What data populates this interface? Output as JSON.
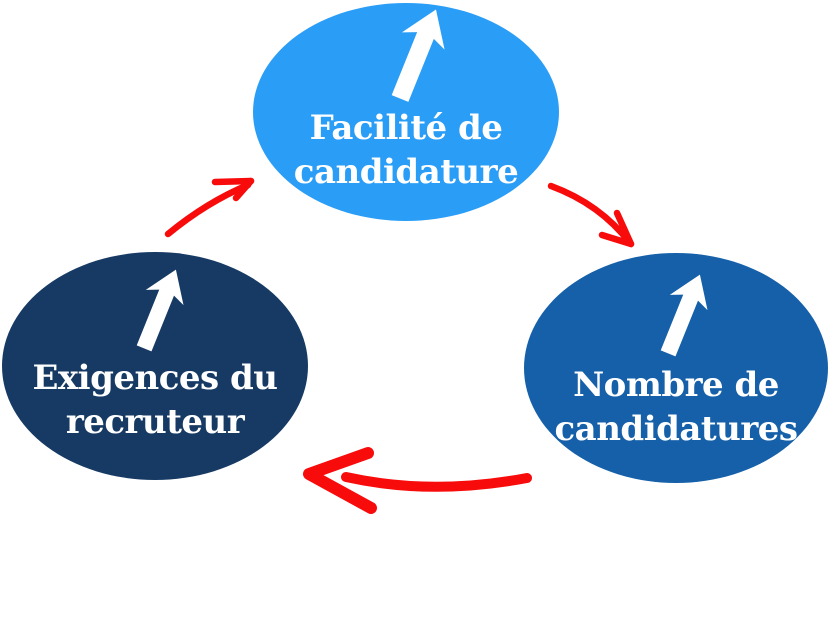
{
  "diagram": {
    "type": "cycle",
    "background_color": "#ffffff",
    "connector_color": "#f80b0b",
    "trend_icon_color": "#ffffff",
    "nodes": [
      {
        "id": "facilite-de-candidature",
        "label": "Facilité de candidature",
        "lines": [
          "Facilité de",
          "candidature"
        ],
        "color": "#2a9df7",
        "text_color": "#ffffff",
        "trend": "up",
        "position": "top"
      },
      {
        "id": "nombre-de-candidatures",
        "label": "Nombre de candidatures",
        "lines": [
          "Nombre de",
          "candidatures"
        ],
        "color": "#1560a8",
        "text_color": "#ffffff",
        "trend": "up",
        "position": "right"
      },
      {
        "id": "exigences-du-recruteur",
        "label": "Exigences du recruteur",
        "lines": [
          "Exigences du",
          "recruteur"
        ],
        "color": "#163a64",
        "text_color": "#ffffff",
        "trend": "up",
        "position": "left"
      }
    ],
    "edges": [
      {
        "from": "exigences-du-recruteur",
        "to": "facilite-de-candidature"
      },
      {
        "from": "facilite-de-candidature",
        "to": "nombre-de-candidatures"
      },
      {
        "from": "nombre-de-candidatures",
        "to": "exigences-du-recruteur"
      }
    ]
  }
}
